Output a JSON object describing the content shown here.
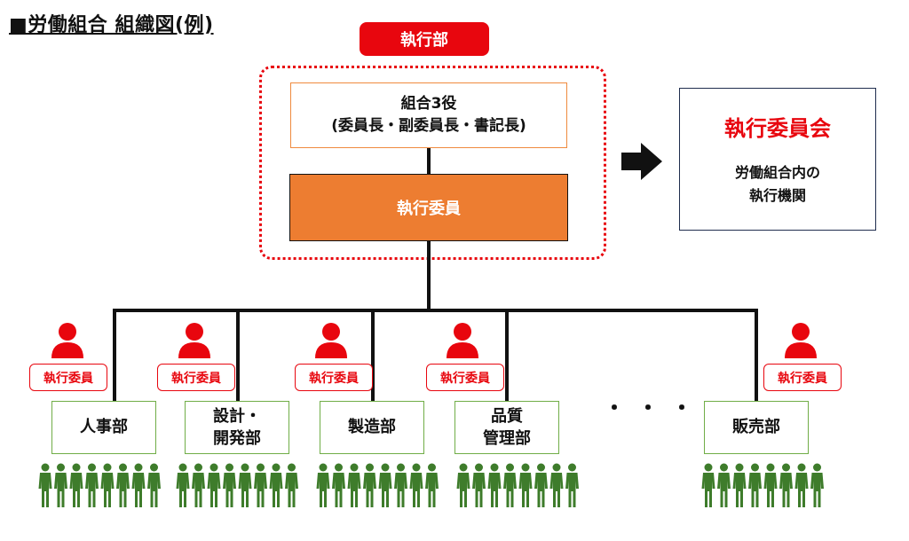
{
  "title": "■労働組合 組織図(例)",
  "executive_department_label": "執行部",
  "officers": {
    "line1": "組合3役",
    "line2": "(委員長・副委員長・書記長)"
  },
  "executive_members_label": "執行委員",
  "committee": {
    "title": "執行委員会",
    "desc_line1": "労働組合内の",
    "desc_line2": "執行機関"
  },
  "member_tag_label": "執行委員",
  "departments": [
    {
      "line1": "人事部",
      "line2": ""
    },
    {
      "line1": "設計・",
      "line2": "開発部"
    },
    {
      "line1": "製造部",
      "line2": ""
    },
    {
      "line1": "品質",
      "line2": "管理部"
    },
    {
      "line1": "販売部",
      "line2": ""
    }
  ],
  "ellipsis": "・・・",
  "colors": {
    "red": "#e8060e",
    "orange": "#ed7d31",
    "green": "#70ad47",
    "navy": "#1f2d4e",
    "worker_green": "#3e7c2b"
  },
  "icons": {
    "person": "person-icon",
    "worker": "worker-icon",
    "arrow": "arrow-right-icon"
  }
}
